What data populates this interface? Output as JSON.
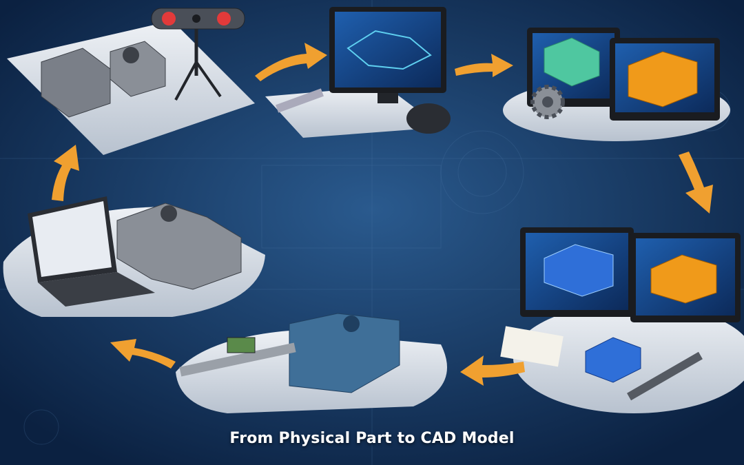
{
  "caption": "From Physical Part to CAD Model",
  "colors": {
    "background": "#0f2a4f",
    "background_glow": "#2a5a8e",
    "arrow": "#f0a030",
    "part_gray": "#7a7f88",
    "part_blue": "#3f6f98",
    "mesh_cyan": "#3fb0d8",
    "mesh_green": "#4fc7a0",
    "model_orange": "#f09a1a",
    "model_blue": "#2f6fd8",
    "platform": "#d8dde4"
  },
  "stages": [
    {
      "id": "scan-part",
      "icon": "3d-scanner-icon"
    },
    {
      "id": "point-cloud",
      "icon": "monitor-mesh-icon"
    },
    {
      "id": "mesh-processing",
      "icon": "dual-monitor-gear-icon"
    },
    {
      "id": "cad-modeling",
      "icon": "dual-monitor-cad-icon"
    },
    {
      "id": "verify-part",
      "icon": "caliper-part-icon"
    },
    {
      "id": "drawings",
      "icon": "laptop-drawing-icon"
    }
  ]
}
